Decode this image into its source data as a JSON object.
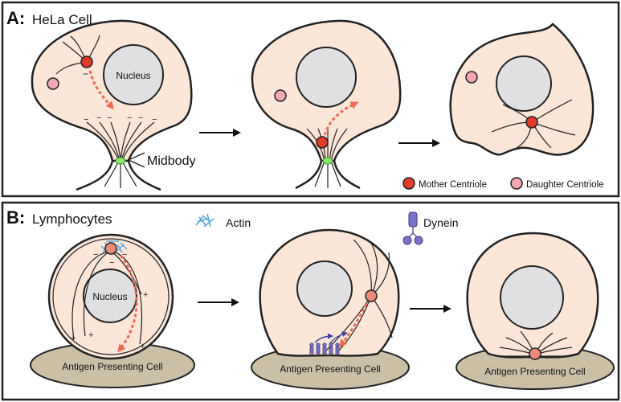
{
  "panelA": {
    "letter": "A:",
    "title": "HeLa Cell",
    "nucleus_label": "Nucleus",
    "midbody_label": "Midbody",
    "legend": {
      "mother": "Mother Centriole",
      "daughter": "Daughter Centriole"
    }
  },
  "panelB": {
    "letter": "B:",
    "title": "Lymphocytes",
    "nucleus_label": "Nucleus",
    "legend": {
      "actin": "Actin",
      "dynein": "Dynein"
    },
    "apc_label": "Antigen Presenting Cell"
  },
  "colors": {
    "cell_fill": "#fbe6d8",
    "nucleus_fill": "#e0e0e2",
    "mother": "#e23b26",
    "daughter": "#f2a9b3",
    "apc_fill": "#cbc0a6",
    "actin": "#5aa6d8",
    "dynein": "#7b72c9",
    "dashed_arrow": "#ef6a55"
  }
}
